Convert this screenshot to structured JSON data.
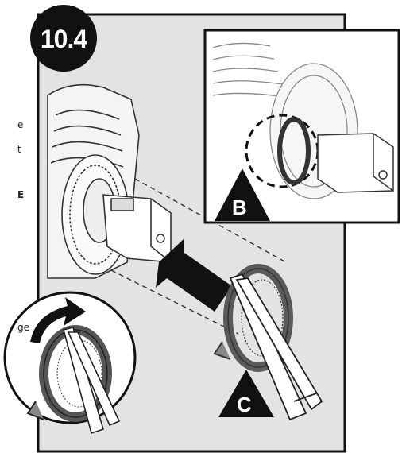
{
  "step": {
    "number": "10.4"
  },
  "callouts": {
    "b": "B",
    "c": "C"
  },
  "left_margin_fragments": [
    "e",
    "t",
    "E",
    "ge"
  ],
  "colors": {
    "panel_bg": "#e3e3e3",
    "ink": "#111111",
    "detail_bg": "#ffffff",
    "badge": "#111111"
  },
  "icons": [
    "step-badge-icon",
    "insert-arrow-icon",
    "rotate-arrow-icon",
    "magnify-circle-icon",
    "needle-nose-pliers-icon",
    "retaining-ring-icon"
  ]
}
